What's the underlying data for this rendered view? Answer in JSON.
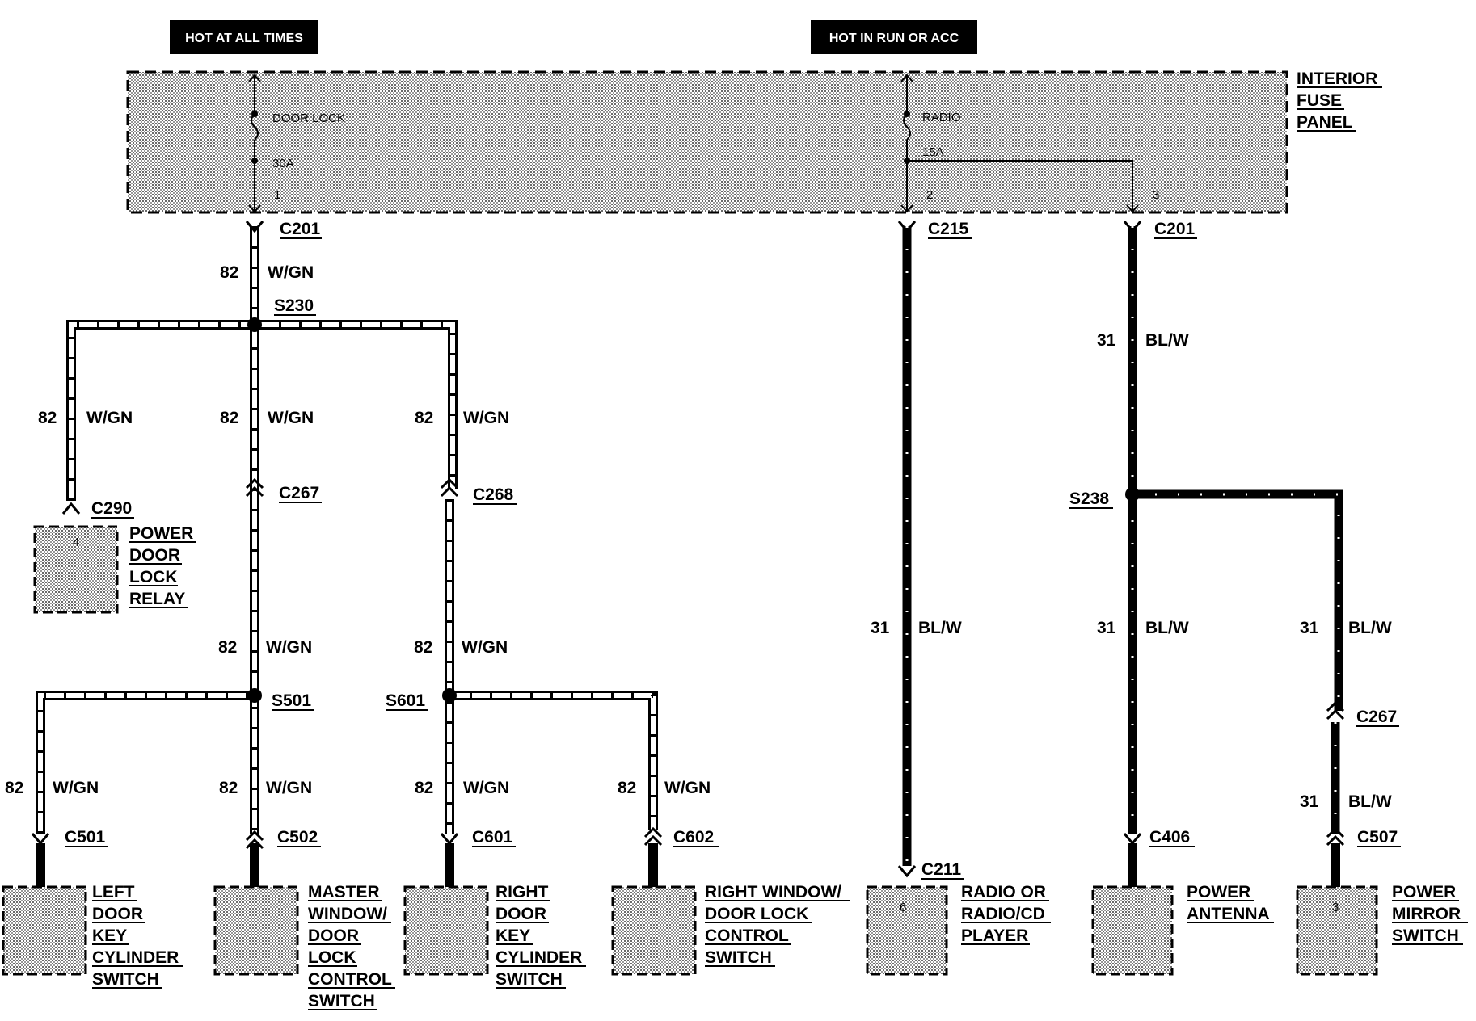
{
  "headers": {
    "hot_at_all_times": "HOT AT ALL TIMES",
    "hot_in_run_or_acc": "HOT IN RUN OR ACC"
  },
  "fuse_panel": {
    "line1": "INTERIOR",
    "line2": "FUSE",
    "line3": "PANEL",
    "fuse_door_lock": {
      "name": "DOOR LOCK",
      "rating": "30A",
      "pin": "1"
    },
    "fuse_radio": {
      "name": "RADIO",
      "rating": "15A",
      "pin_a": "2",
      "pin_b": "3"
    }
  },
  "connectors": {
    "c201_left": "C201",
    "c215": "C215",
    "c201_right": "C201",
    "c290": "C290",
    "c267_left": "C267",
    "c268": "C268",
    "c267_right": "C267",
    "c501": "C501",
    "c502": "C502",
    "c601": "C601",
    "c602": "C602",
    "c211": "C211",
    "c406": "C406",
    "c507": "C507"
  },
  "splices": {
    "s230": "S230",
    "s501": "S501",
    "s601": "S601",
    "s238": "S238"
  },
  "wires": {
    "circuit_82": "82",
    "color_wgn": "W/GN",
    "circuit_31": "31",
    "color_blw": "BL/W"
  },
  "components": {
    "power_door_lock_relay": {
      "l1": "POWER",
      "l2": "DOOR",
      "l3": "LOCK",
      "l4": "RELAY",
      "pin": "4"
    },
    "left_door_key_cylinder_switch": {
      "l1": "LEFT",
      "l2": "DOOR",
      "l3": "KEY",
      "l4": "CYLINDER",
      "l5": "SWITCH"
    },
    "master_window_door_lock_control_switch": {
      "l1": "MASTER",
      "l2": "WINDOW/",
      "l3": "DOOR",
      "l4": "LOCK",
      "l5": "CONTROL",
      "l6": "SWITCH"
    },
    "right_door_key_cylinder_switch": {
      "l1": "RIGHT",
      "l2": "DOOR",
      "l3": "KEY",
      "l4": "CYLINDER",
      "l5": "SWITCH"
    },
    "right_window_door_lock_control_switch": {
      "l1": "RIGHT WINDOW/",
      "l2": "DOOR LOCK",
      "l3": "CONTROL",
      "l4": "SWITCH"
    },
    "radio_or_radio_cd_player": {
      "l1": "RADIO OR",
      "l2": "RADIO/CD",
      "l3": "PLAYER",
      "pin": "6"
    },
    "power_antenna": {
      "l1": "POWER",
      "l2": "ANTENNA"
    },
    "power_mirror_switch": {
      "l1": "POWER",
      "l2": "MIRROR",
      "l3": "SWITCH",
      "pin": "3"
    }
  }
}
